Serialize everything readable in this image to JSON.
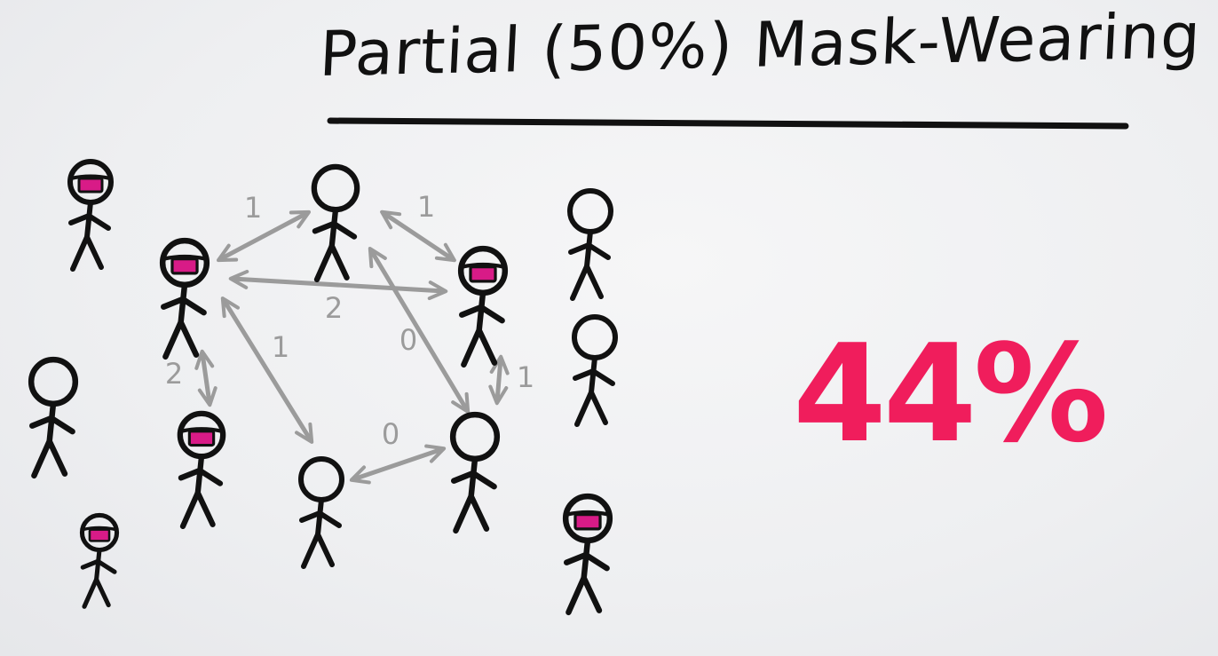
{
  "title": "Partial (50%) Mask-Wearing",
  "result_percent": "44%",
  "colors": {
    "ink": "#111111",
    "arrow_gray": "#9b9b9b",
    "mask_accent": "#d81b87",
    "result": "#f01d5c",
    "board": "#eeeff1"
  },
  "people": [
    {
      "id": "p1",
      "masked": true
    },
    {
      "id": "p2",
      "masked": true
    },
    {
      "id": "p3",
      "masked": false
    },
    {
      "id": "p4",
      "masked": true
    },
    {
      "id": "p5",
      "masked": false
    },
    {
      "id": "p6",
      "masked": false
    },
    {
      "id": "p7",
      "masked": true
    },
    {
      "id": "p8",
      "masked": false
    },
    {
      "id": "p9",
      "masked": false
    },
    {
      "id": "p10",
      "masked": true
    },
    {
      "id": "p11",
      "masked": true
    },
    {
      "id": "p12",
      "masked": false
    }
  ],
  "interactions": [
    {
      "from": "p2",
      "to": "p3",
      "label": "1"
    },
    {
      "from": "p3",
      "to": "p4",
      "label": "1"
    },
    {
      "from": "p2",
      "to": "p4",
      "label": "2"
    },
    {
      "from": "p2",
      "to": "p7",
      "label": "2"
    },
    {
      "from": "p2",
      "to": "p8",
      "label": "1"
    },
    {
      "from": "p3",
      "to": "p9",
      "label": "0"
    },
    {
      "from": "p8",
      "to": "p9",
      "label": "0"
    },
    {
      "from": "p4",
      "to": "p9",
      "label": "1"
    }
  ]
}
